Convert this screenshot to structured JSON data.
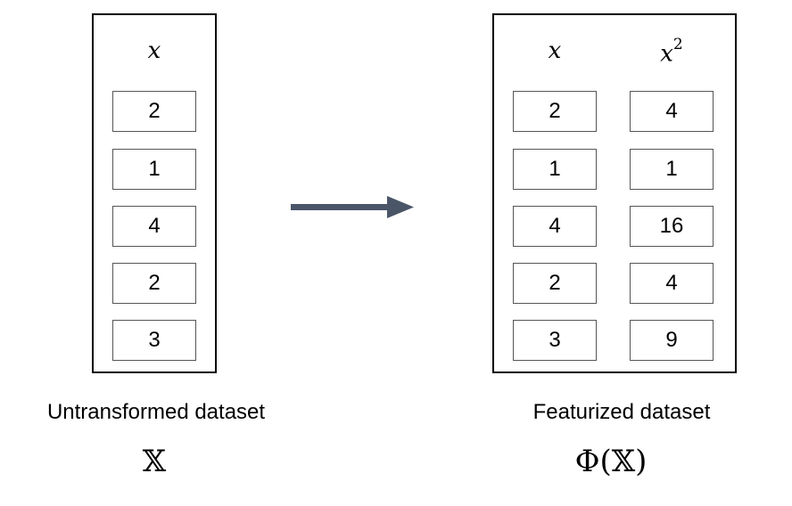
{
  "untransformed": {
    "header": "x",
    "values": [
      "2",
      "1",
      "4",
      "2",
      "3"
    ],
    "caption": "Untransformed dataset",
    "symbol": "𝕏"
  },
  "featurized": {
    "header_x": "x",
    "header_x2_base": "x",
    "header_x2_exp": "2",
    "x_values": [
      "2",
      "1",
      "4",
      "2",
      "3"
    ],
    "x2_values": [
      "4",
      "1",
      "16",
      "4",
      "9"
    ],
    "caption": "Featurized dataset",
    "symbol": "Φ(𝕏)"
  },
  "colors": {
    "arrow": "#4a5568",
    "border": "#000000",
    "cell_border": "#555555"
  }
}
